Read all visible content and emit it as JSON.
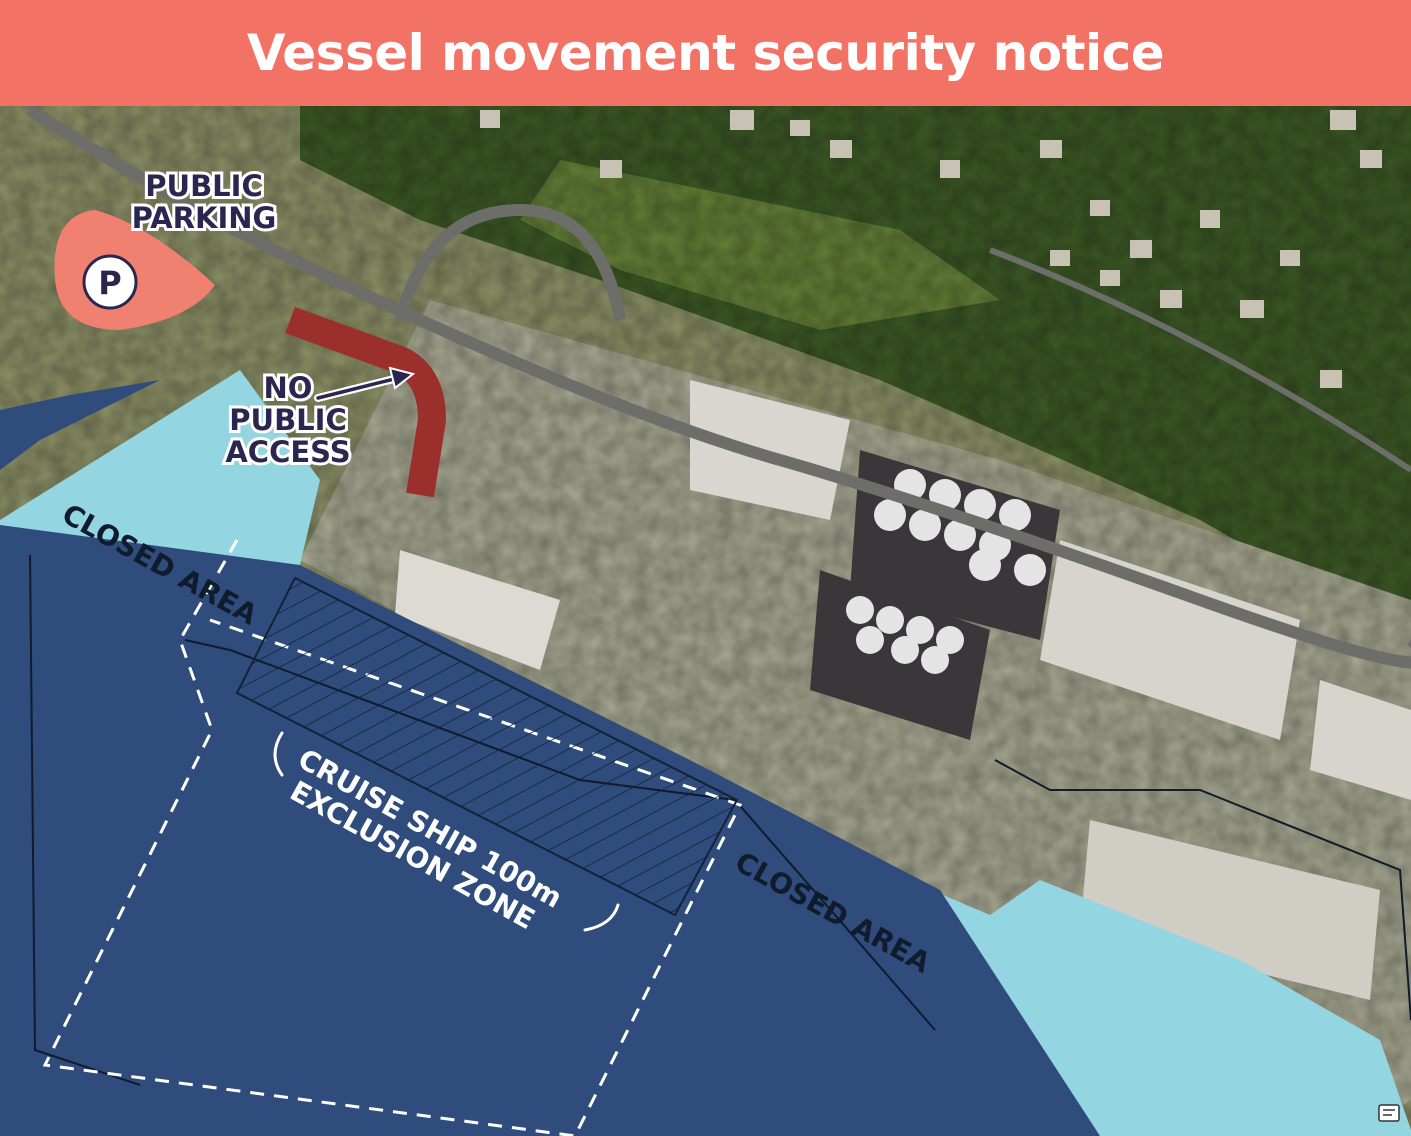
{
  "header": {
    "title": "Vessel movement security notice"
  },
  "labels": {
    "public_parking_line1": "PUBLIC",
    "public_parking_line2": "PARKING",
    "parking_symbol": "P",
    "no_access_line1": "NO",
    "no_access_line2": "PUBLIC",
    "no_access_line3": "ACCESS",
    "closed_area_west": "CLOSED AREA",
    "closed_area_east": "CLOSED AREA",
    "exclusion_line1": "CRUISE SHIP 100m",
    "exclusion_line2": "EXCLUSION ZONE"
  },
  "icons": {
    "parking": "parking-icon",
    "arrow": "arrow-icon",
    "corner": "feedback-icon"
  },
  "colors": {
    "header": "#f27365",
    "water": "#2f4c7d",
    "closed_area": "#93d5e0",
    "parking_zone": "#f08070",
    "no_access_road": "#9b2f2c",
    "label_text": "#2b2650",
    "vegetation": "#3d5a26",
    "land": "#8e9268"
  }
}
